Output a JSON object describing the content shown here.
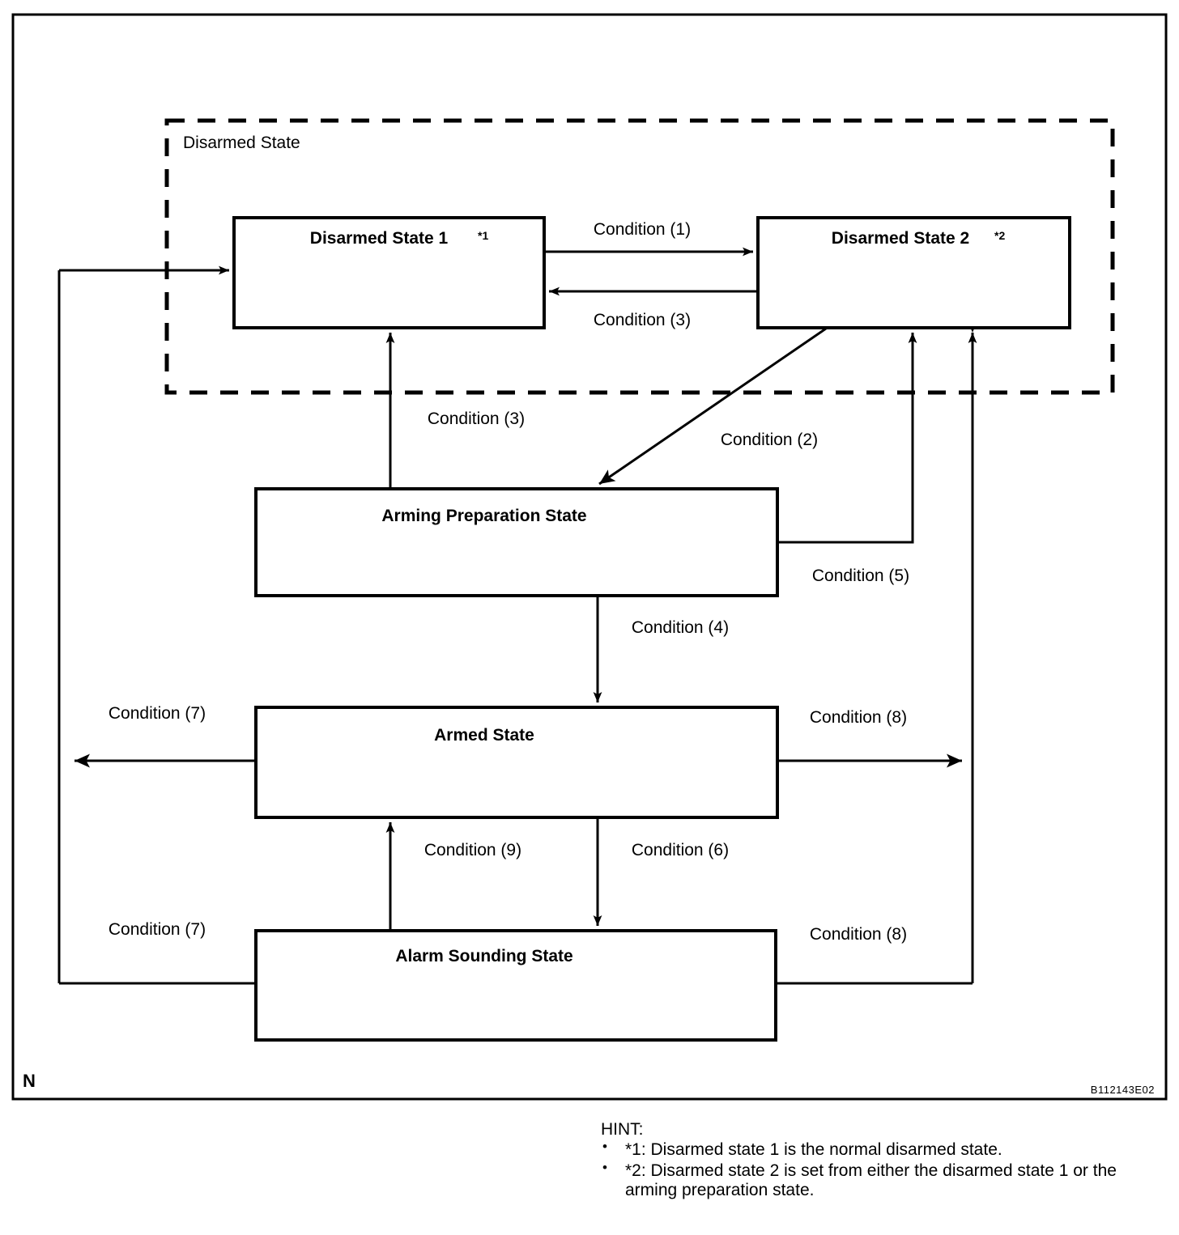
{
  "figure": {
    "code": "B112143E02",
    "corner_mark": "N"
  },
  "group": {
    "label": "Disarmed State"
  },
  "states": [
    {
      "id": "disarmed-state-1",
      "label": "Disarmed State 1",
      "note": "*1"
    },
    {
      "id": "disarmed-state-2",
      "label": "Disarmed State 2",
      "note": "*2"
    },
    {
      "id": "arming-preparation-state",
      "label": "Arming Preparation State",
      "note": ""
    },
    {
      "id": "armed-state",
      "label": "Armed State",
      "note": ""
    },
    {
      "id": "alarm-sounding-state",
      "label": "Alarm Sounding State",
      "note": ""
    }
  ],
  "transitions": {
    "c1": "Condition (1)",
    "c3_top": "Condition (3)",
    "c3_left": "Condition (3)",
    "c2": "Condition (2)",
    "c5": "Condition (5)",
    "c4": "Condition (4)",
    "c7_armed": "Condition (7)",
    "c8_armed": "Condition (8)",
    "c9": "Condition (9)",
    "c6": "Condition (6)",
    "c7_alarm": "Condition (7)",
    "c8_alarm": "Condition (8)"
  },
  "hint": {
    "title": "HINT:",
    "bullet": "•",
    "items": [
      "*1: Disarmed state 1 is the normal disarmed state.",
      "*2: Disarmed state 2 is set from either the disarmed state 1 or the arming preparation state."
    ]
  },
  "colors": {
    "line": "#000000",
    "background": "#ffffff"
  }
}
